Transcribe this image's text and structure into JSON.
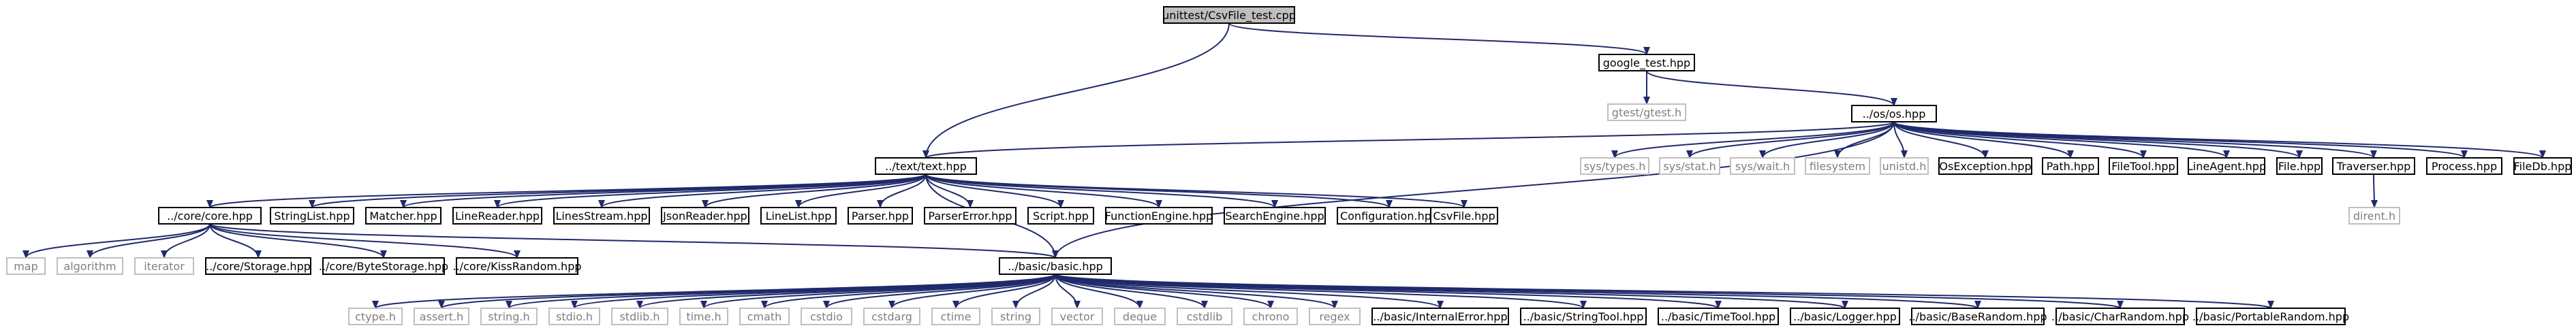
{
  "colors": {
    "edge": "#1f2a6b",
    "root_fill": "#bfbfbf",
    "internal_border": "#000000",
    "external_border": "#bfbfbf",
    "external_text": "#7f7f7f"
  },
  "nodes": [
    {
      "id": "root",
      "label": "unittest/CsvFile_test.cpp",
      "kind": "root"
    },
    {
      "id": "gt",
      "label": "google_test.hpp",
      "kind": "int"
    },
    {
      "id": "gtest",
      "label": "gtest/gtest.h",
      "kind": "ext"
    },
    {
      "id": "os",
      "label": "../os/os.hpp",
      "kind": "int"
    },
    {
      "id": "text",
      "label": "../text/text.hpp",
      "kind": "int"
    },
    {
      "id": "core",
      "label": "../core/core.hpp",
      "kind": "int"
    },
    {
      "id": "basic",
      "label": "../basic/basic.hpp",
      "kind": "int"
    },
    {
      "id": "systypes",
      "label": "sys/types.h",
      "kind": "ext"
    },
    {
      "id": "sysstat",
      "label": "sys/stat.h",
      "kind": "ext"
    },
    {
      "id": "syswait",
      "label": "sys/wait.h",
      "kind": "ext"
    },
    {
      "id": "filesystem",
      "label": "filesystem",
      "kind": "ext"
    },
    {
      "id": "unistd",
      "label": "unistd.h",
      "kind": "ext"
    },
    {
      "id": "osexc",
      "label": "OsException.hpp",
      "kind": "int"
    },
    {
      "id": "path",
      "label": "Path.hpp",
      "kind": "int"
    },
    {
      "id": "filetool",
      "label": "FileTool.hpp",
      "kind": "int"
    },
    {
      "id": "lineagent",
      "label": "LineAgent.hpp",
      "kind": "int"
    },
    {
      "id": "file",
      "label": "File.hpp",
      "kind": "int"
    },
    {
      "id": "traverser",
      "label": "Traverser.hpp",
      "kind": "int"
    },
    {
      "id": "process",
      "label": "Process.hpp",
      "kind": "int"
    },
    {
      "id": "filedb",
      "label": "FileDb.hpp",
      "kind": "int"
    },
    {
      "id": "dirent",
      "label": "dirent.h",
      "kind": "ext"
    },
    {
      "id": "strlist",
      "label": "StringList.hpp",
      "kind": "int"
    },
    {
      "id": "matcher",
      "label": "Matcher.hpp",
      "kind": "int"
    },
    {
      "id": "linereader",
      "label": "LineReader.hpp",
      "kind": "int"
    },
    {
      "id": "linesstream",
      "label": "LinesStream.hpp",
      "kind": "int"
    },
    {
      "id": "jsonreader",
      "label": "JsonReader.hpp",
      "kind": "int"
    },
    {
      "id": "linelist",
      "label": "LineList.hpp",
      "kind": "int"
    },
    {
      "id": "parser",
      "label": "Parser.hpp",
      "kind": "int"
    },
    {
      "id": "parsererr",
      "label": "ParserError.hpp",
      "kind": "int"
    },
    {
      "id": "script",
      "label": "Script.hpp",
      "kind": "int"
    },
    {
      "id": "funceng",
      "label": "FunctionEngine.hpp",
      "kind": "int"
    },
    {
      "id": "searcheng",
      "label": "SearchEngine.hpp",
      "kind": "int"
    },
    {
      "id": "config",
      "label": "Configuration.hpp",
      "kind": "int"
    },
    {
      "id": "csvfile",
      "label": "CsvFile.hpp",
      "kind": "int"
    },
    {
      "id": "map",
      "label": "map",
      "kind": "ext"
    },
    {
      "id": "algorithm",
      "label": "algorithm",
      "kind": "ext"
    },
    {
      "id": "iterator",
      "label": "iterator",
      "kind": "ext"
    },
    {
      "id": "storage",
      "label": "../core/Storage.hpp",
      "kind": "int"
    },
    {
      "id": "bytestorage",
      "label": "../core/ByteStorage.hpp",
      "kind": "int"
    },
    {
      "id": "kissrandom",
      "label": "../core/KissRandom.hpp",
      "kind": "int"
    },
    {
      "id": "ctype",
      "label": "ctype.h",
      "kind": "ext"
    },
    {
      "id": "assert",
      "label": "assert.h",
      "kind": "ext"
    },
    {
      "id": "stringh",
      "label": "string.h",
      "kind": "ext"
    },
    {
      "id": "stdio",
      "label": "stdio.h",
      "kind": "ext"
    },
    {
      "id": "stdlibh",
      "label": "stdlib.h",
      "kind": "ext"
    },
    {
      "id": "time",
      "label": "time.h",
      "kind": "ext"
    },
    {
      "id": "cmath",
      "label": "cmath",
      "kind": "ext"
    },
    {
      "id": "cstdio",
      "label": "cstdio",
      "kind": "ext"
    },
    {
      "id": "cstdarg",
      "label": "cstdarg",
      "kind": "ext"
    },
    {
      "id": "ctime",
      "label": "ctime",
      "kind": "ext"
    },
    {
      "id": "string",
      "label": "string",
      "kind": "ext"
    },
    {
      "id": "vector",
      "label": "vector",
      "kind": "ext"
    },
    {
      "id": "deque",
      "label": "deque",
      "kind": "ext"
    },
    {
      "id": "cstdlib",
      "label": "cstdlib",
      "kind": "ext"
    },
    {
      "id": "chrono",
      "label": "chrono",
      "kind": "ext"
    },
    {
      "id": "regex",
      "label": "regex",
      "kind": "ext"
    },
    {
      "id": "interr",
      "label": "../basic/InternalError.hpp",
      "kind": "int"
    },
    {
      "id": "strtool",
      "label": "../basic/StringTool.hpp",
      "kind": "int"
    },
    {
      "id": "timetool",
      "label": "../basic/TimeTool.hpp",
      "kind": "int"
    },
    {
      "id": "logger",
      "label": "../basic/Logger.hpp",
      "kind": "int"
    },
    {
      "id": "baserandom",
      "label": "../basic/BaseRandom.hpp",
      "kind": "int"
    },
    {
      "id": "charrandom",
      "label": "../basic/CharRandom.hpp",
      "kind": "int"
    },
    {
      "id": "portrandom",
      "label": "../basic/PortableRandom.hpp",
      "kind": "int"
    }
  ],
  "edges": [
    [
      "root",
      "gt"
    ],
    [
      "root",
      "text"
    ],
    [
      "gt",
      "gtest"
    ],
    [
      "gt",
      "os"
    ],
    [
      "os",
      "text"
    ],
    [
      "os",
      "basic"
    ],
    [
      "os",
      "systypes"
    ],
    [
      "os",
      "sysstat"
    ],
    [
      "os",
      "syswait"
    ],
    [
      "os",
      "filesystem"
    ],
    [
      "os",
      "unistd"
    ],
    [
      "os",
      "osexc"
    ],
    [
      "os",
      "path"
    ],
    [
      "os",
      "filetool"
    ],
    [
      "os",
      "lineagent"
    ],
    [
      "os",
      "file"
    ],
    [
      "os",
      "traverser"
    ],
    [
      "os",
      "process"
    ],
    [
      "os",
      "filedb"
    ],
    [
      "traverser",
      "dirent"
    ],
    [
      "text",
      "core"
    ],
    [
      "text",
      "basic"
    ],
    [
      "text",
      "strlist"
    ],
    [
      "text",
      "matcher"
    ],
    [
      "text",
      "linereader"
    ],
    [
      "text",
      "linesstream"
    ],
    [
      "text",
      "jsonreader"
    ],
    [
      "text",
      "linelist"
    ],
    [
      "text",
      "parser"
    ],
    [
      "text",
      "parsererr"
    ],
    [
      "text",
      "script"
    ],
    [
      "text",
      "funceng"
    ],
    [
      "text",
      "searcheng"
    ],
    [
      "text",
      "config"
    ],
    [
      "text",
      "csvfile"
    ],
    [
      "core",
      "map"
    ],
    [
      "core",
      "algorithm"
    ],
    [
      "core",
      "iterator"
    ],
    [
      "core",
      "storage"
    ],
    [
      "core",
      "bytestorage"
    ],
    [
      "core",
      "kissrandom"
    ],
    [
      "core",
      "basic"
    ],
    [
      "basic",
      "ctype"
    ],
    [
      "basic",
      "assert"
    ],
    [
      "basic",
      "stringh"
    ],
    [
      "basic",
      "stdio"
    ],
    [
      "basic",
      "stdlibh"
    ],
    [
      "basic",
      "time"
    ],
    [
      "basic",
      "cmath"
    ],
    [
      "basic",
      "cstdio"
    ],
    [
      "basic",
      "cstdarg"
    ],
    [
      "basic",
      "ctime"
    ],
    [
      "basic",
      "string"
    ],
    [
      "basic",
      "vector"
    ],
    [
      "basic",
      "deque"
    ],
    [
      "basic",
      "cstdlib"
    ],
    [
      "basic",
      "chrono"
    ],
    [
      "basic",
      "regex"
    ],
    [
      "basic",
      "interr"
    ],
    [
      "basic",
      "strtool"
    ],
    [
      "basic",
      "timetool"
    ],
    [
      "basic",
      "logger"
    ],
    [
      "basic",
      "baserandom"
    ],
    [
      "basic",
      "charrandom"
    ],
    [
      "basic",
      "portrandom"
    ]
  ]
}
